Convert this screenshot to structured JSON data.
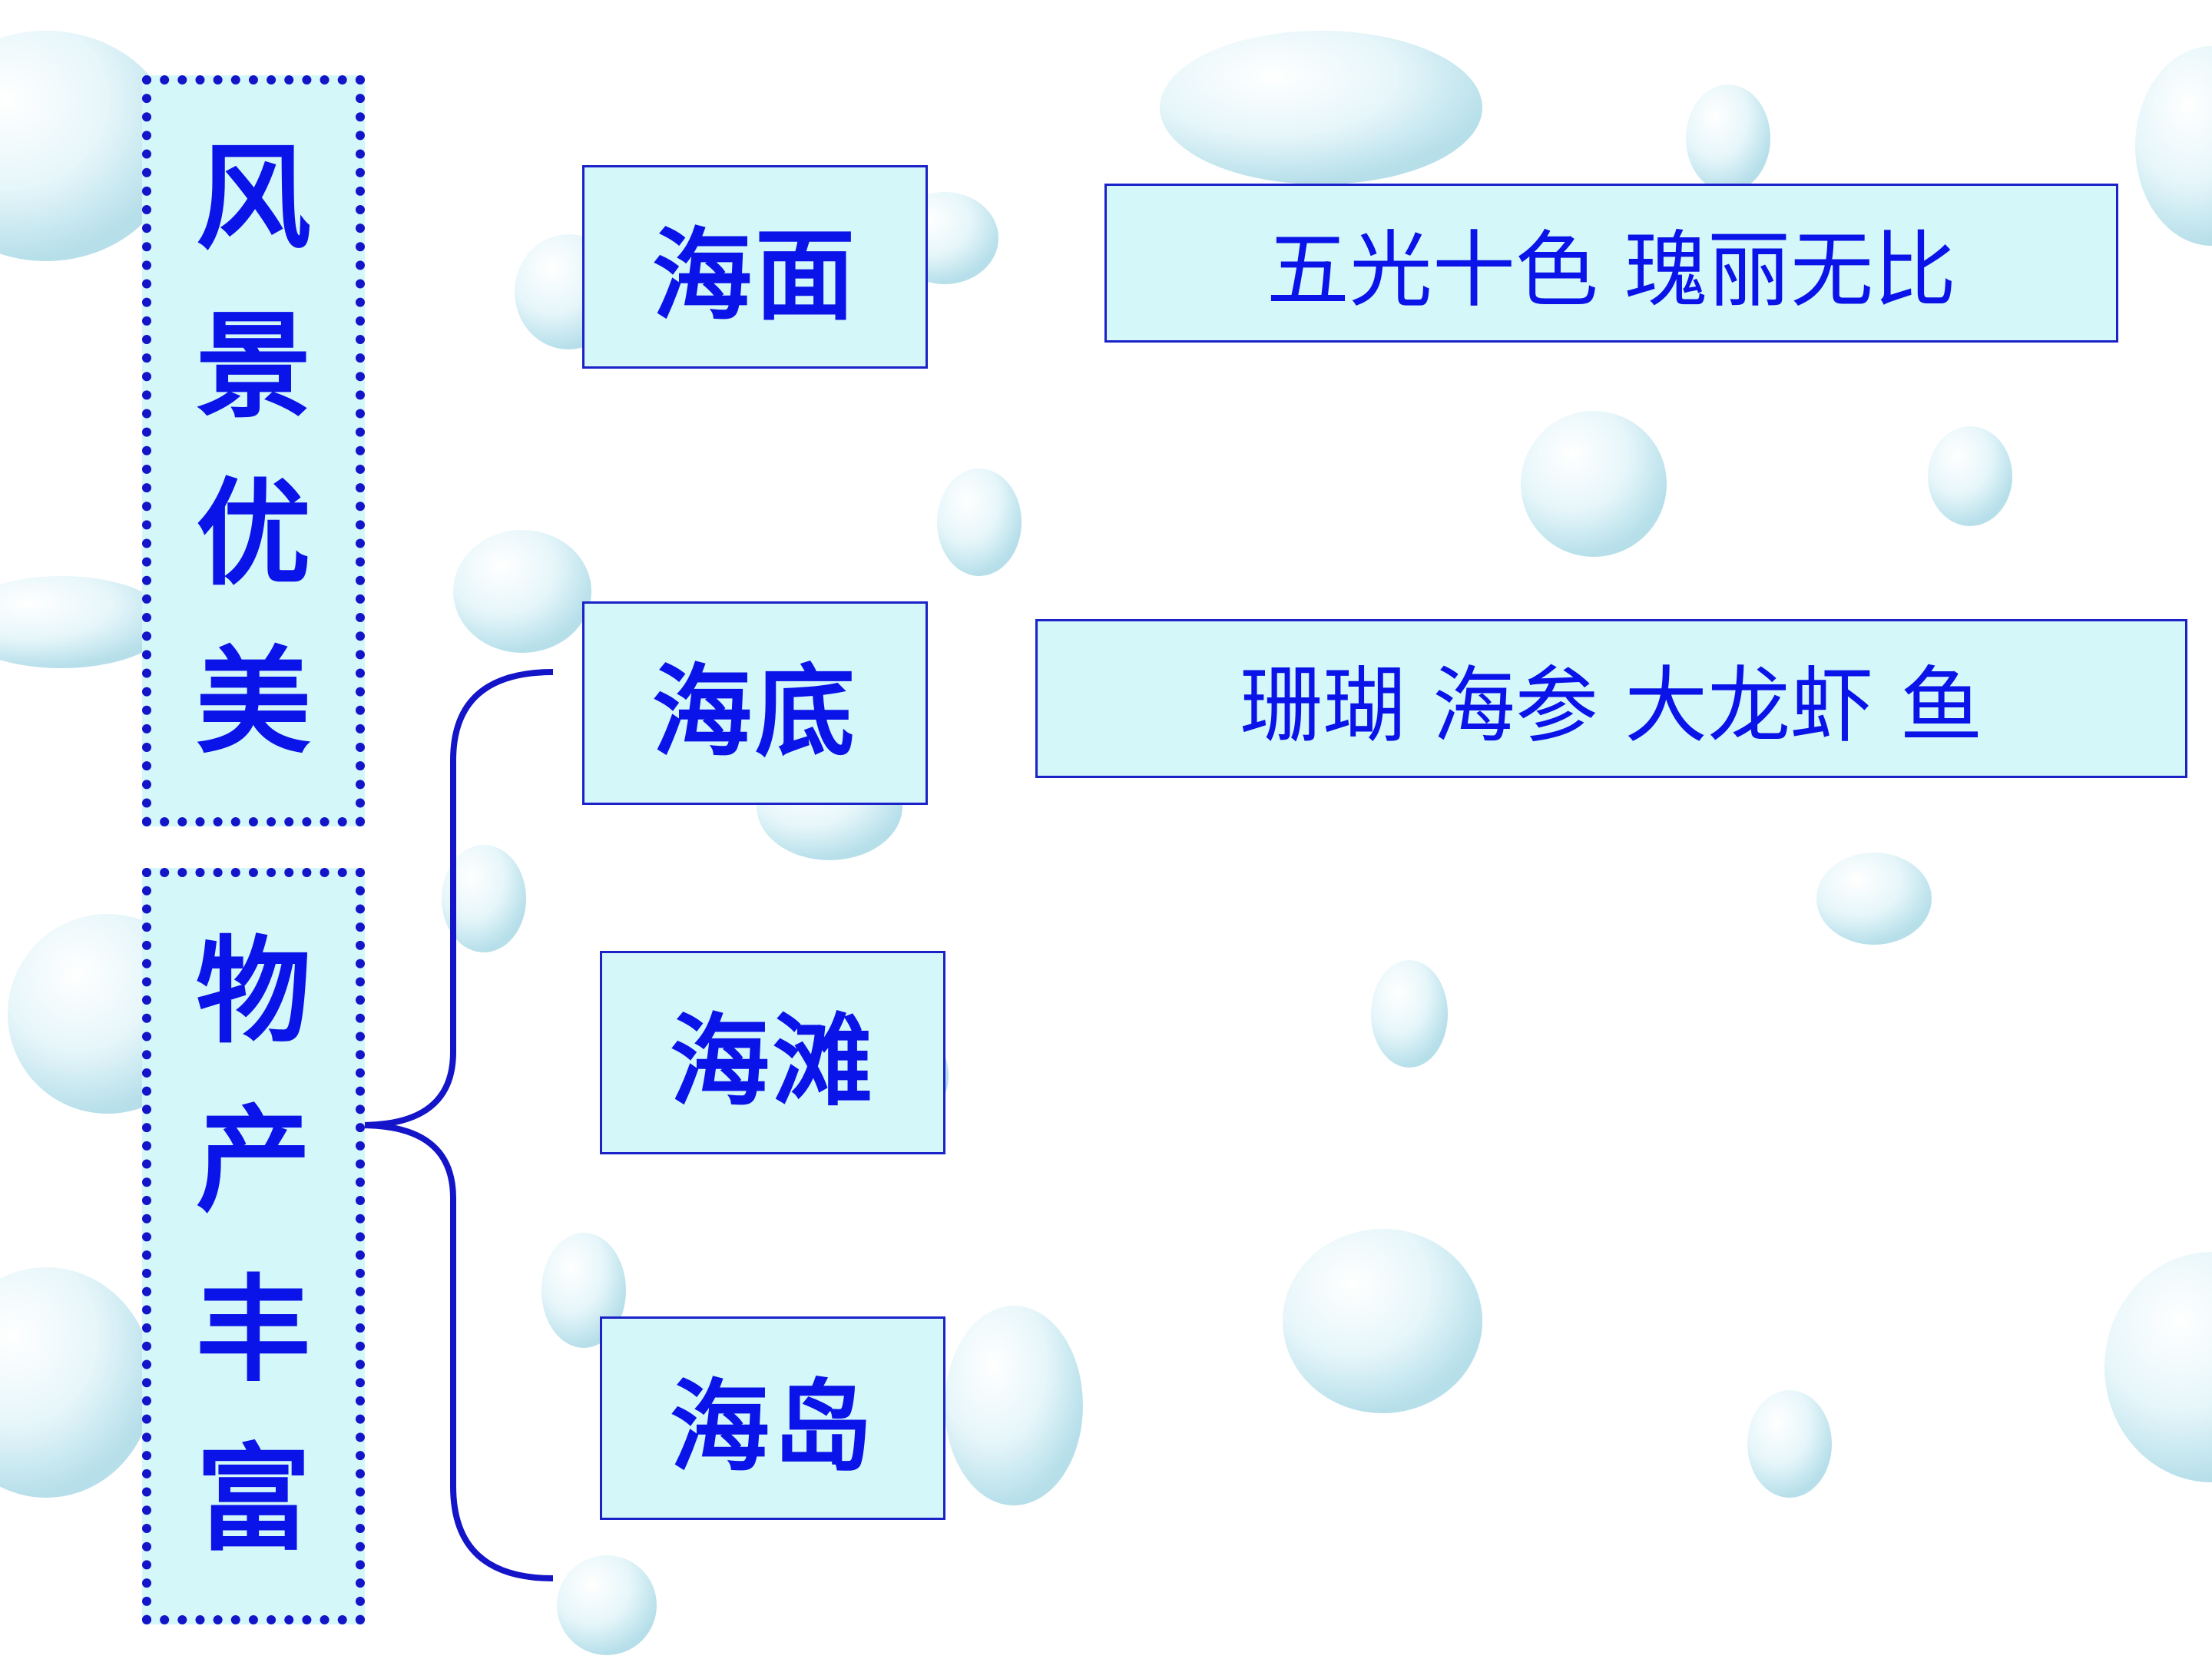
{
  "left_labels": {
    "scenery": [
      "风",
      "景",
      "优",
      "美"
    ],
    "products": [
      "物",
      "产",
      "丰",
      "富"
    ]
  },
  "topics": [
    "海面",
    "海底",
    "海滩",
    "海岛"
  ],
  "details": {
    "sea_surface": "五光十色 瑰丽无比",
    "sea_bottom": "珊瑚 海参 大龙虾 鱼"
  },
  "colors": {
    "text": "#0a14e8",
    "box_fill": "#d4f7f9",
    "border": "#1414c8",
    "bubble": "#cfeaf2"
  }
}
